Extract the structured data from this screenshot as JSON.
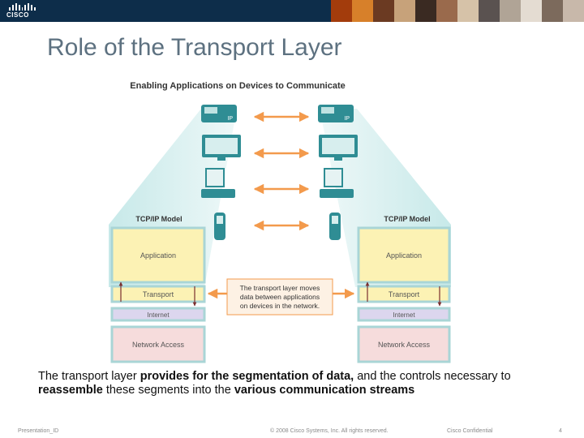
{
  "brand": {
    "logo_text": "CISCO"
  },
  "slide": {
    "title": "Role of the Transport Layer",
    "caption": {
      "p1": "The transport layer ",
      "p2": "provides for the segmentation of data,",
      "p3": " and the controls necessary to ",
      "p4": "reassemble",
      "p5": " these segments into the ",
      "p6": "various communication streams"
    }
  },
  "diagram": {
    "heading": "Enabling Applications on Devices to Communicate",
    "model_label": "TCP/IP Model",
    "ip_label": "IP",
    "layers": {
      "application": "Application",
      "transport": "Transport",
      "internet": "Internet",
      "network_access": "Network Access"
    },
    "callout": {
      "line1": "The transport layer moves",
      "line2": "data between applications",
      "line3": "on devices in the network."
    },
    "icons": [
      "ip-phone-icon",
      "computer-monitor-icon",
      "desktop-pc-icon",
      "mobile-phone-icon"
    ],
    "colors": {
      "application_fill": "#fcf2b4",
      "transport_fill": "#fcf2b4",
      "internet_fill": "#dcd6ee",
      "network_access_fill": "#f6dcdc",
      "layer_border": "#a9d5d6",
      "arrow": "#f39a4c",
      "device": "#2f8d94",
      "cone": "#d5eeee"
    }
  },
  "footer": {
    "left": "Presentation_ID",
    "center": "© 2008 Cisco Systems, Inc. All rights reserved.",
    "right": "Cisco Confidential",
    "page": "4"
  }
}
